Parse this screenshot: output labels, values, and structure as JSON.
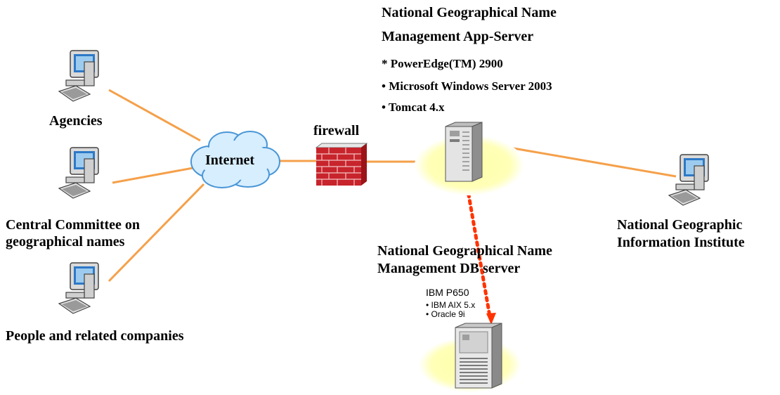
{
  "diagram": {
    "clients": [
      {
        "id": "agencies",
        "label": "Agencies"
      },
      {
        "id": "central-committee",
        "label_lines": [
          "Central Committee on",
          "geographical names"
        ]
      },
      {
        "id": "people",
        "label": "People and related companies"
      }
    ],
    "internet": {
      "label": "Internet"
    },
    "firewall": {
      "label": "firewall"
    },
    "app_server": {
      "title_lines": [
        "National Geographical Name",
        "Management App-Server"
      ],
      "specs": [
        "* PowerEdge(TM) 2900",
        "• Microsoft Windows Server 2003",
        "• Tomcat 4.x"
      ]
    },
    "db_server": {
      "title_lines": [
        "National Geographical Name",
        "Management DB server"
      ],
      "model": "IBM P650",
      "specs": [
        "• IBM AIX 5.x",
        "• Oracle 9i"
      ]
    },
    "institute": {
      "label_lines": [
        "National Geographic",
        "Information Institute"
      ]
    },
    "colors": {
      "link": "#F5A04A",
      "db_link": "#FF3300",
      "halo": "#FFFFA8",
      "cloud": "#D7EEFF",
      "firewall": "#C8242C"
    },
    "icons": [
      "computer-icon",
      "cloud-icon",
      "firewall-icon",
      "tower-server-icon",
      "rack-server-icon"
    ]
  }
}
